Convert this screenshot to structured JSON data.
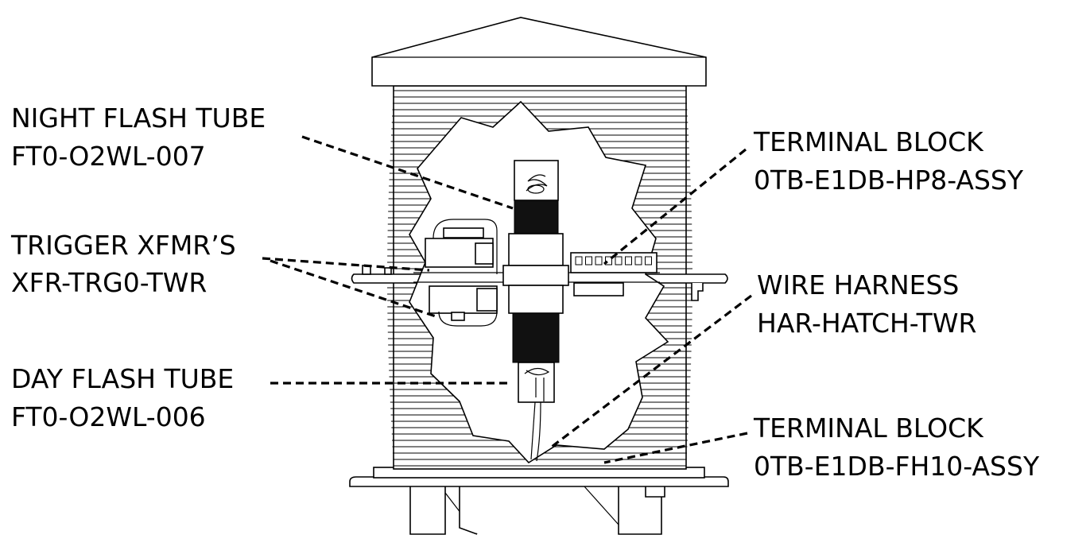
{
  "labels": [
    {
      "id": "night-flash-tube",
      "name": "NIGHT FLASH TUBE",
      "part": "FT0-O2WL-007"
    },
    {
      "id": "trigger-xfmrs",
      "name": "TRIGGER XFMR’S",
      "part": "XFR-TRG0-TWR"
    },
    {
      "id": "day-flash-tube",
      "name": "DAY FLASH TUBE",
      "part": "FT0-O2WL-006"
    },
    {
      "id": "terminal-block-top",
      "name": "TERMINAL BLOCK",
      "part": "0TB-E1DB-HP8-ASSY"
    },
    {
      "id": "wire-harness",
      "name": "WIRE HARNESS",
      "part": "HAR-HATCH-TWR"
    },
    {
      "id": "terminal-block-bottom",
      "name": "TERMINAL BLOCK",
      "part": "0TB-E1DB-FH10-ASSY"
    }
  ],
  "colors": {
    "line": "#000000",
    "background": "#ffffff",
    "tube_band": "#111111"
  }
}
